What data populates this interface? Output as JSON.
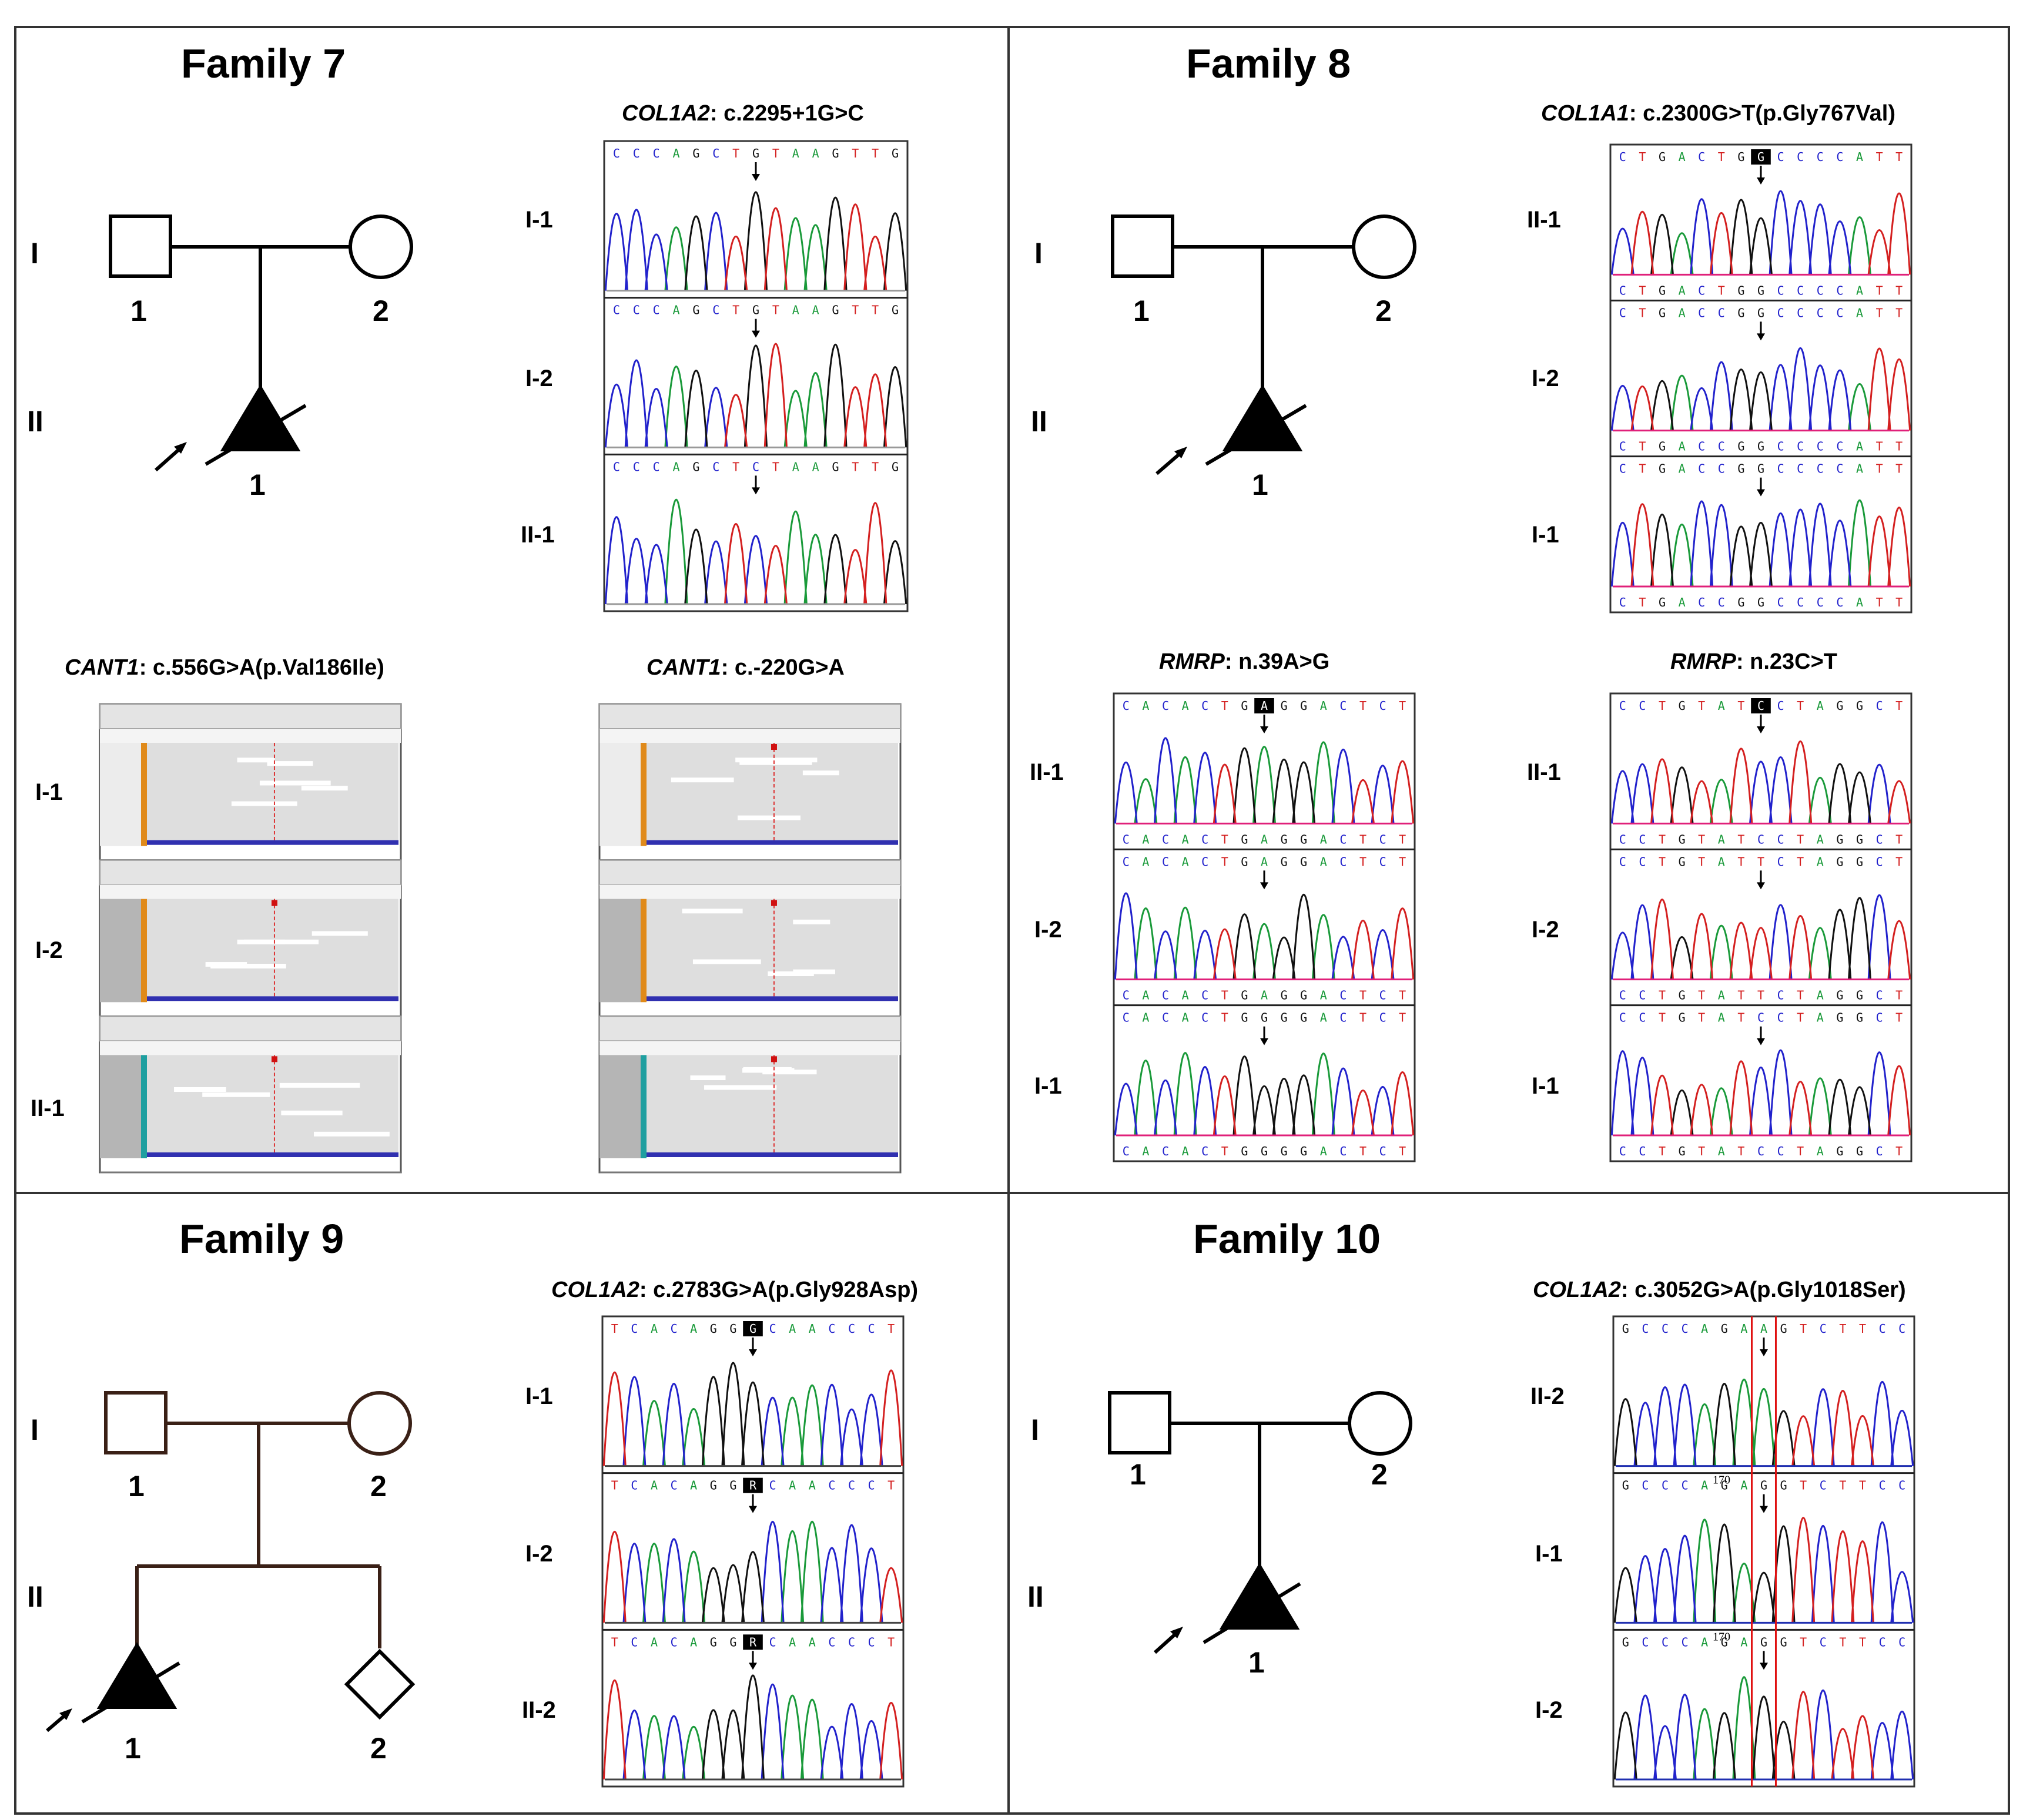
{
  "families": [
    {
      "title": "Family 7",
      "generations": [
        "I",
        "II"
      ],
      "pedigree_numbers": [
        "1",
        "2",
        "1"
      ],
      "panels": [
        {
          "gene": "COL1A2",
          "variant": ": c.2295+1G>C",
          "rows": [
            "I-1",
            "I-2",
            "II-1"
          ],
          "kind": "sanger",
          "sequences": [
            "CCCAGCTGTAAGTTG",
            "CCCAGCTGTAAGTTG",
            "CCCAGCTCTAAGTTG"
          ]
        },
        {
          "gene": "CANT1",
          "variant": ": c.556G>A(p.Val186Ile)",
          "rows": [
            "I-1",
            "I-2",
            "II-1"
          ],
          "kind": "igv"
        },
        {
          "gene": "CANT1",
          "variant": ": c.-220G>A",
          "rows": [],
          "kind": "igv"
        }
      ]
    },
    {
      "title": "Family 8",
      "generations": [
        "I",
        "II"
      ],
      "pedigree_numbers": [
        "1",
        "2",
        "1"
      ],
      "panels": [
        {
          "gene": "COL1A1",
          "variant": ": c.2300G>T(p.Gly767Val)",
          "rows": [
            "II-1",
            "I-2",
            "I-1"
          ],
          "kind": "sanger",
          "sequences": [
            "CTGACTGGCCCCATT",
            "CTGACCGGCCCCATT",
            "CTGACCGGCCCCATT"
          ]
        },
        {
          "gene": "RMRP",
          "variant": ": n.39A>G",
          "rows": [
            "II-1",
            "I-2",
            "I-1"
          ],
          "kind": "sanger",
          "sequences": [
            "CACACTGAGGACTCT",
            "CACACTGAGGACTCT",
            "CACACTGGGGACTCT"
          ]
        },
        {
          "gene": "RMRP",
          "variant": ": n.23C>T",
          "rows": [
            "II-1",
            "I-2",
            "I-1"
          ],
          "kind": "sanger",
          "sequences": [
            "CCTGTATCCTAGGCT",
            "CCTGTATTCTAGGCT",
            "CCTGTATCCTAGGCT"
          ]
        }
      ]
    },
    {
      "title": "Family 9",
      "generations": [
        "I",
        "II"
      ],
      "pedigree_numbers": [
        "1",
        "2",
        "1",
        "2"
      ],
      "panels": [
        {
          "gene": "COL1A2",
          "variant": ": c.2783G>A(p.Gly928Asp)",
          "rows": [
            "I-1",
            "I-2",
            "II-2"
          ],
          "kind": "sanger",
          "sequences": [
            "TCACAGGGCAACCCT",
            "TCACAGGRCAACCCT",
            "TCACAGGRCAACCCT"
          ]
        }
      ]
    },
    {
      "title": "Family 10",
      "generations": [
        "I",
        "II"
      ],
      "pedigree_numbers": [
        "1",
        "2",
        "1"
      ],
      "panels": [
        {
          "gene": "COL1A2",
          "variant": ": c.3052G>A(p.Gly1018Ser)",
          "rows": [
            "II-2",
            "I-1",
            "I-2"
          ],
          "kind": "sanger",
          "sequences": [
            "GCCCAGAAGTCTTCC",
            "GCCCAGAGGTCTTCC",
            "GCCCAGAGGTCTTCC"
          ],
          "position_marks": [
            "170",
            "170"
          ]
        }
      ]
    }
  ],
  "colors": {
    "A": "#1a9a3a",
    "C": "#2222cc",
    "G": "#111111",
    "T": "#d42020",
    "pink": "#e0207a",
    "frame": "#333333"
  }
}
